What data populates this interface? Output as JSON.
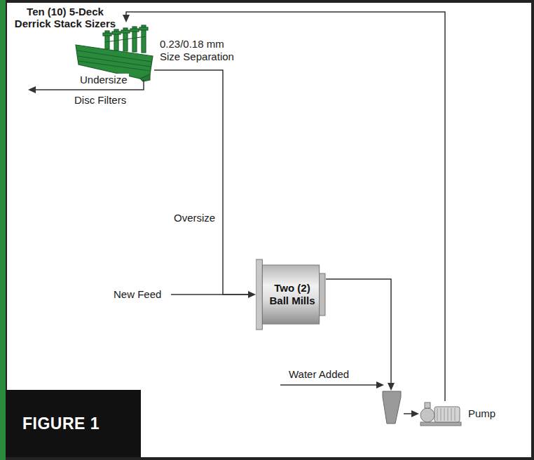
{
  "diagram": {
    "caption": "FIGURE 1",
    "nodes": [
      {
        "text": [
          "Ten (10) 5-Deck Derrick Stack Sizers",
          "0.23/0.18 mm Size Separation"
        ]
      },
      {
        "text": [
          "Two (2) Ball Mills"
        ]
      },
      {
        "text": [
          "Pump"
        ]
      }
    ],
    "edges": [
      {
        "from": 0,
        "to": 1,
        "label": "Oversize",
        "arrow": "to"
      },
      {
        "from": 1,
        "to": 2,
        "arrow": "to"
      },
      {
        "from": 2,
        "to": 0,
        "arrow": "to"
      }
    ],
    "labels": [
      "Undersize",
      "Disc Filters",
      "New Feed",
      "Water Added"
    ]
  }
}
